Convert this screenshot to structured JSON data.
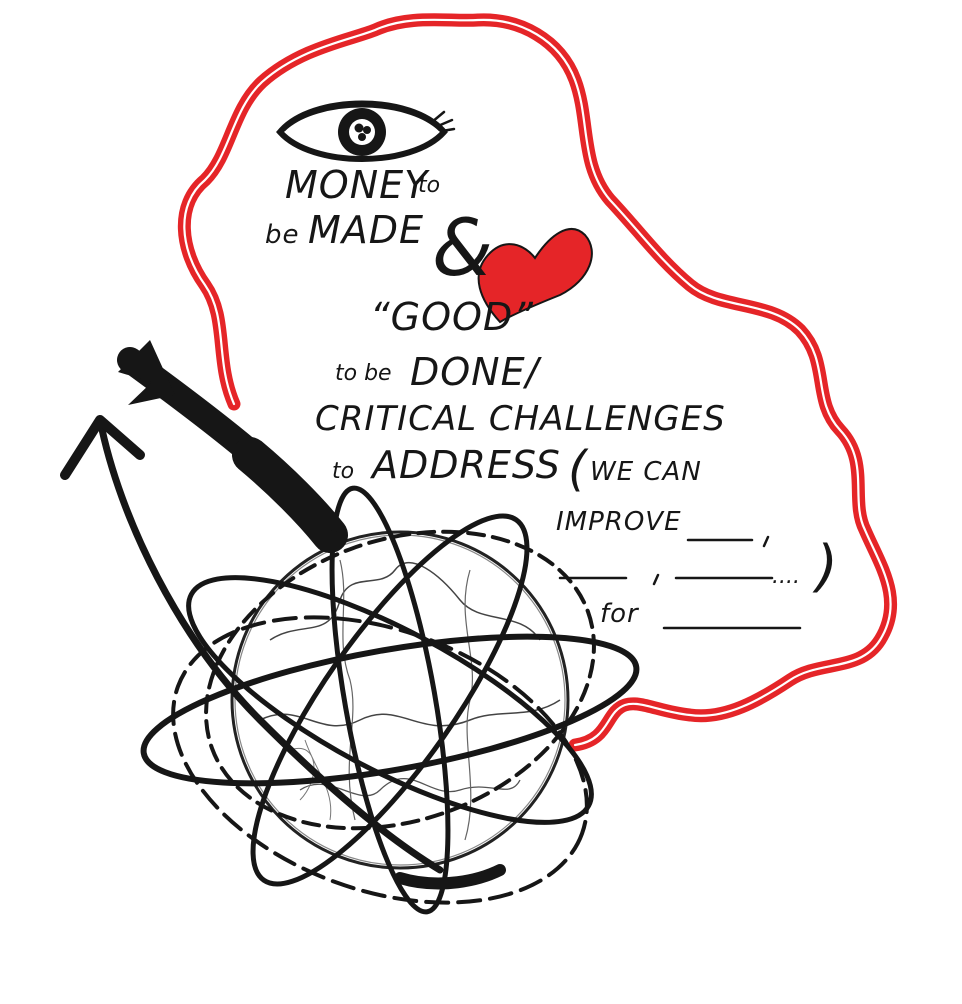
{
  "colors": {
    "ink": "#161616",
    "accent_red": "#e52528",
    "paper": "#ffffff"
  },
  "icons": [
    "eye-icon",
    "heart-icon",
    "arrow-icon",
    "globe-icon",
    "orbit-icon"
  ],
  "text": {
    "line1_money": "MONEY",
    "line1_to": "to",
    "line2_be": "be",
    "line2_made": "MADE",
    "ampersand": "&",
    "line3_good": "“GOOD”",
    "line4_to_be": "to be",
    "line4_done": "DONE/",
    "line5": "CRITICAL CHALLENGES",
    "line6_to": "to",
    "line6_address": "ADDRESS",
    "line6_paren": "(",
    "line6_we_can": "WE CAN",
    "line7_improve": "IMPROVE",
    "line8_ellipsis": "....",
    "line8_paren": ")",
    "line9_for": "for"
  }
}
